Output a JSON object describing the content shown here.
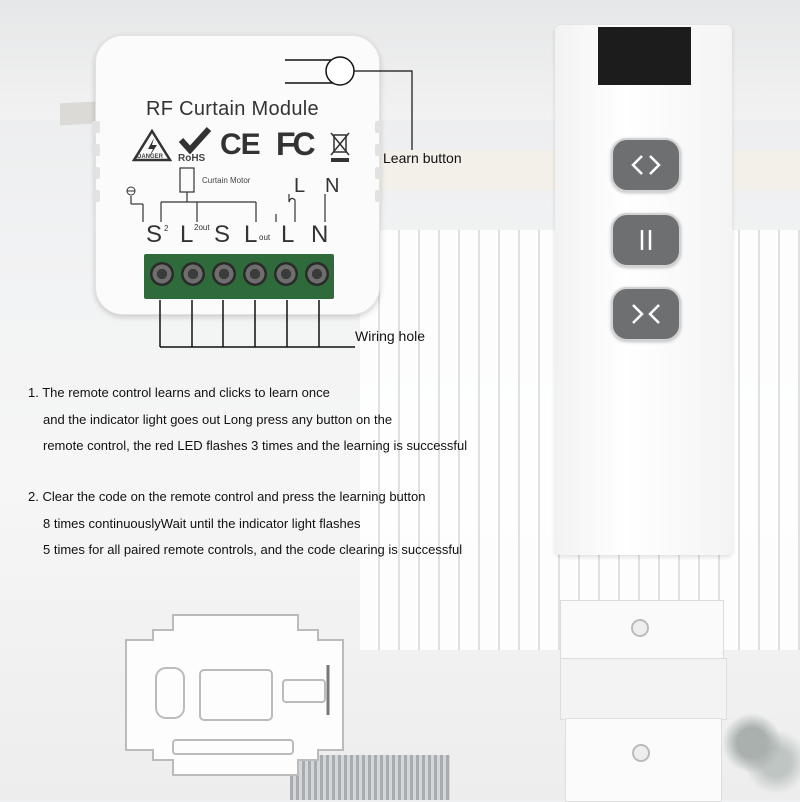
{
  "module": {
    "title": "RF Curtain Module",
    "rohs": "RoHS",
    "danger": "DANGER",
    "ce": "CE",
    "fc": "FC",
    "curtain_motor": "Curtain Motor",
    "terminals_top": [
      "L",
      "N"
    ],
    "terminals": [
      {
        "label": "S",
        "sub": "2"
      },
      {
        "label": "L",
        "sub": "2out"
      },
      {
        "label": "S",
        "sub": ""
      },
      {
        "label": "L",
        "sub": "out"
      },
      {
        "label": "L",
        "sub": ""
      },
      {
        "label": "N",
        "sub": ""
      }
    ]
  },
  "callouts": {
    "learn_button": "Learn button",
    "wiring_hole": "Wiring hole"
  },
  "instructions": {
    "step1": [
      "1. The remote control learns and clicks to learn once",
      "and the indicator light goes out Long press any button on the",
      "remote control, the red LED flashes 3 times and the learning is successful"
    ],
    "step2": [
      "2. Clear the code on the remote control and press the learning button",
      "8 times continuouslyWait until the indicator light flashes",
      "5 times for all paired remote controls, and the code clearing is successful"
    ]
  },
  "remote": {
    "buttons": [
      "open-icon",
      "pause-icon",
      "close-icon"
    ],
    "button_color": "#6d6f71"
  }
}
